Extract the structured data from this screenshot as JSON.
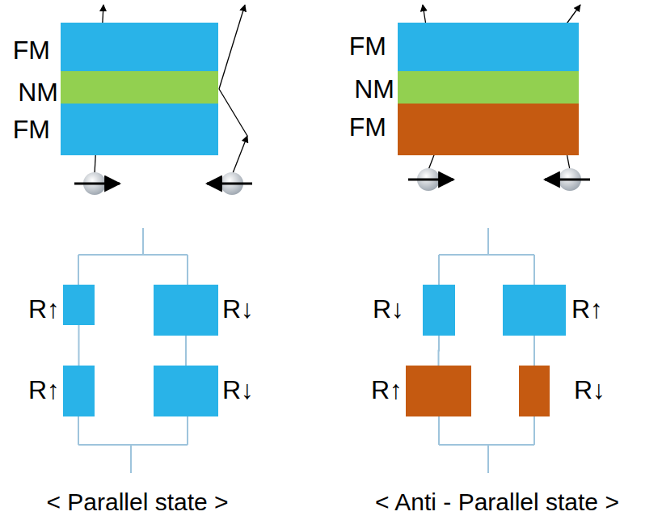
{
  "diagram": {
    "nodes": [
      {
        "text": [
          "FM"
        ]
      },
      {
        "text": [
          "NM"
        ]
      },
      {
        "text": [
          "FM"
        ]
      },
      {
        "text": [
          "FM"
        ]
      },
      {
        "text": [
          "NM"
        ]
      },
      {
        "text": [
          "FM"
        ]
      },
      {
        "text": [
          "R↑"
        ]
      },
      {
        "text": [
          "R↓"
        ]
      },
      {
        "text": [
          "R↑"
        ]
      },
      {
        "text": [
          "R↓"
        ]
      },
      {
        "text": [
          "R↓"
        ]
      },
      {
        "text": [
          "R↑"
        ]
      },
      {
        "text": [
          "R↑"
        ]
      },
      {
        "text": [
          "R↓"
        ]
      }
    ],
    "edges": [
      {
        "from": 6,
        "to": 8,
        "arrow": "none"
      },
      {
        "from": 7,
        "to": 9,
        "arrow": "none"
      },
      {
        "from": 10,
        "to": 12,
        "arrow": "none"
      },
      {
        "from": 11,
        "to": 13,
        "arrow": "none"
      }
    ],
    "labels": [
      "< Parallel state >",
      "< Anti - Parallel state >"
    ]
  }
}
